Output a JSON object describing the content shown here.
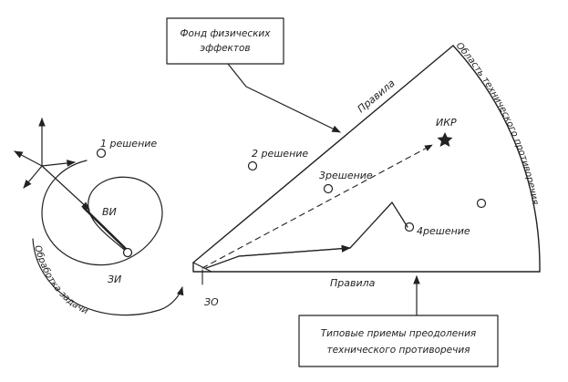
{
  "labels": {
    "fund_box_line1": "Фонд физических",
    "fund_box_line2": "эффектов",
    "rules_top": "Правила",
    "rules_bottom": "Правила",
    "contradiction_area": "Область технического противоречия",
    "ikr": "ИКР",
    "solution1": "1 решение",
    "solution2": "2 решение",
    "solution3": "3решение",
    "solution4": "4решение",
    "vi": "ВИ",
    "zi": "ЗИ",
    "zo": "ЗО",
    "processing": "Обработка задачи",
    "methods_box_line1": "Типовые приемы преодоления",
    "methods_box_line2": "технического противоречия"
  }
}
